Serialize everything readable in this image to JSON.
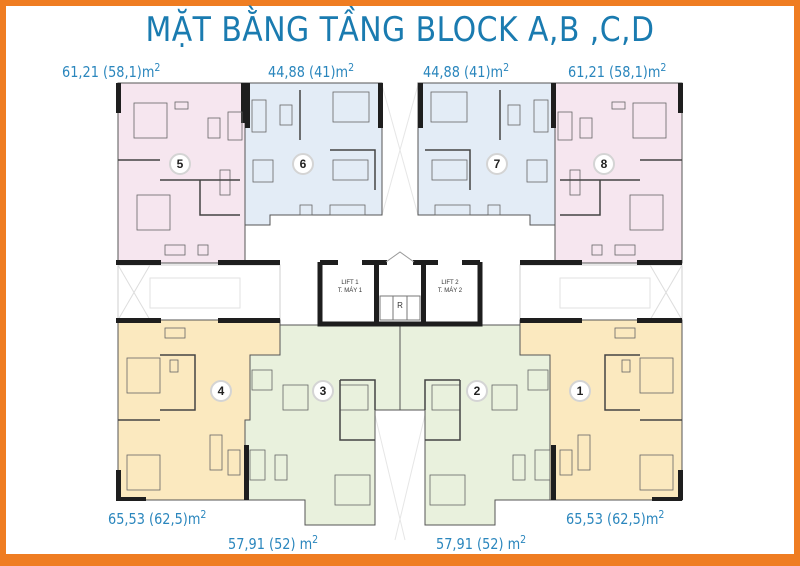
{
  "title": "MẶT BẰNG TẦNG BLOCK A,B ,C,D",
  "colors": {
    "frame": "#ef7d22",
    "title": "#1a7bb0",
    "area_text": "#2a86bd",
    "unit_pink": "#f6e6ef",
    "unit_blue": "#e3ecf6",
    "unit_yellow": "#fbe9bf",
    "unit_green": "#e9f1dd",
    "wall": "#1e1e1e"
  },
  "units": [
    {
      "number": "1",
      "area": "65,53 (62,5)m",
      "color": "yellow"
    },
    {
      "number": "2",
      "area": "57,91 (52)  m",
      "color": "green"
    },
    {
      "number": "3",
      "area": "57,91 (52)  m",
      "color": "green"
    },
    {
      "number": "4",
      "area": "65,53 (62,5)m",
      "color": "yellow"
    },
    {
      "number": "5",
      "area": "61,21 (58,1)m",
      "color": "pink"
    },
    {
      "number": "6",
      "area": "44,88 (41)m",
      "color": "blue"
    },
    {
      "number": "7",
      "area": "44,88 (41)m",
      "color": "blue"
    },
    {
      "number": "8",
      "area": "61,21 (58,1)m",
      "color": "pink"
    }
  ],
  "sup": "2",
  "core": {
    "lift1": {
      "line1": "LIFT 1",
      "line2": "T. MÁY 1"
    },
    "lift2": {
      "line1": "LIFT 2",
      "line2": "T. MÁY 2"
    },
    "refuse": "R"
  }
}
